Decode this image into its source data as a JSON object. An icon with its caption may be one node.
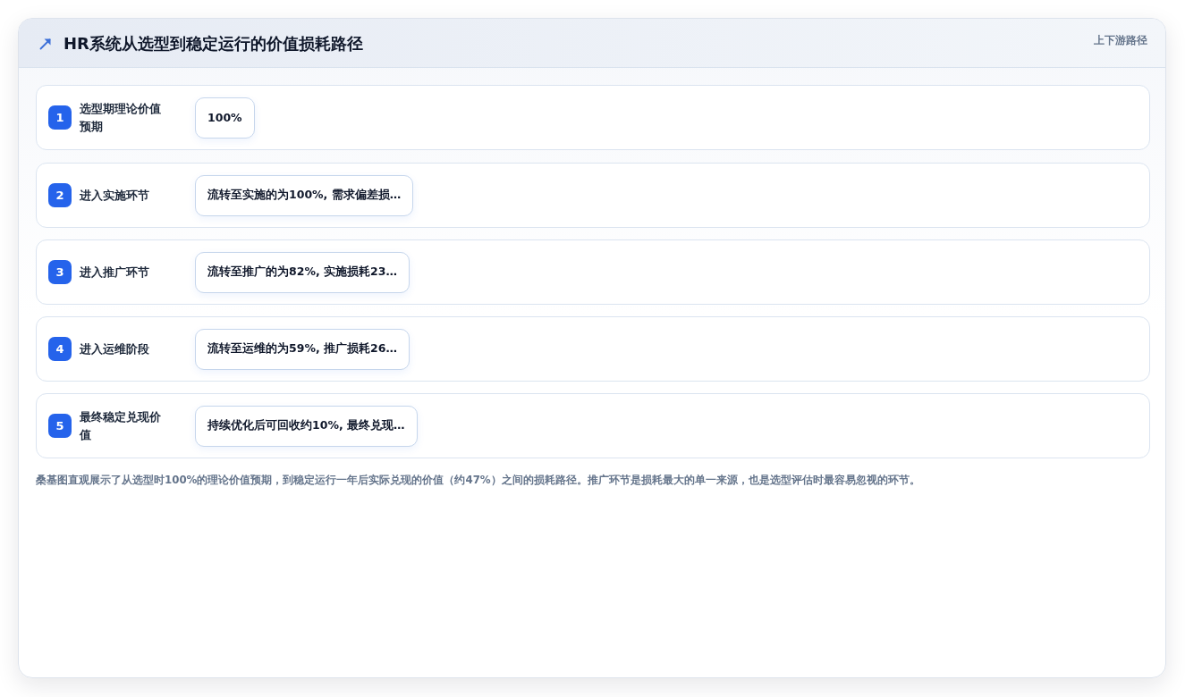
{
  "diagram": {
    "title": "HR系统从选型到稳定运行的价值损耗路径",
    "nodes": [
      {
        "text": [
          "选型期理论价值预期"
        ]
      },
      {
        "text": [
          "1"
        ],
        "in": 0
      },
      {
        "text": [
          "100%"
        ],
        "in": 0
      },
      {
        "text": [
          "进入实施环节"
        ]
      },
      {
        "text": [
          "2"
        ],
        "in": 3
      },
      {
        "text": [
          "流转至实施的为100%, 需求偏差损…"
        ],
        "in": 3
      },
      {
        "text": [
          "进入推广环节"
        ]
      },
      {
        "text": [
          "3"
        ],
        "in": 6
      },
      {
        "text": [
          "流转至推广的为82%, 实施损耗23…"
        ],
        "in": 6
      },
      {
        "text": [
          "进入运维阶段"
        ]
      },
      {
        "text": [
          "4"
        ],
        "in": 9
      },
      {
        "text": [
          "流转至运维的为59%, 推广损耗26…"
        ],
        "in": 9
      },
      {
        "text": [
          "最终稳定兑现价值"
        ]
      },
      {
        "text": [
          "5"
        ],
        "in": 12
      },
      {
        "text": [
          "持续优化后可回收约10%, 最终兑现…"
        ],
        "in": 12
      }
    ],
    "labels": [
      "上下游路径"
    ],
    "caption": "桑基图直观展示了从选型时100%的理论价值预期，到稳定运行一年后实际兑现的价值（约47%）之间的损耗路径。推广环节是损耗最大的单一来源，也是选型评估时最容易忽视的环节。"
  }
}
